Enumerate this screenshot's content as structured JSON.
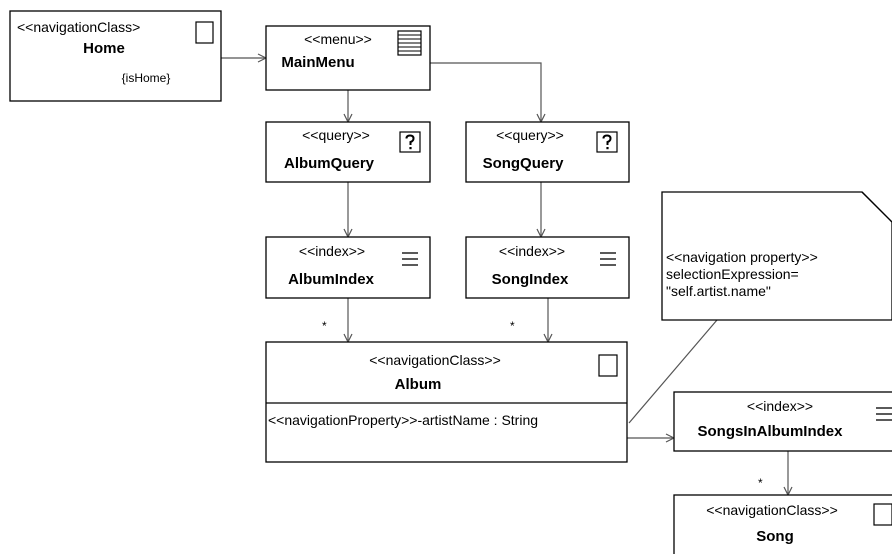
{
  "nodes": {
    "home": {
      "stereotype": "<<navigationClass>",
      "name": "Home",
      "constraint": "{isHome}"
    },
    "main_menu": {
      "stereotype": "<<menu>>",
      "name": "MainMenu"
    },
    "album_query": {
      "stereotype": "<<query>>",
      "name": "AlbumQuery"
    },
    "song_query": {
      "stereotype": "<<query>>",
      "name": "SongQuery"
    },
    "album_index": {
      "stereotype": "<<index>>",
      "name": "AlbumIndex"
    },
    "song_index": {
      "stereotype": "<<index>>",
      "name": "SongIndex"
    },
    "album": {
      "stereotype": "<<navigationClass>>",
      "name": "Album",
      "attribute": "<<navigationProperty>>-artistName : String"
    },
    "songs_in_album_index": {
      "stereotype": "<<index>>",
      "name": "SongsInAlbumIndex"
    },
    "song": {
      "stereotype": "<<navigationClass>>",
      "name": "Song"
    }
  },
  "note": {
    "lines": [
      "<<navigation property>>",
      "selectionExpression=",
      "\"self.artist.name\""
    ]
  },
  "multiplicities": {
    "album_index_to_album": "*",
    "song_index_to_album": "*",
    "songs_in_album_index_to_song": "*"
  },
  "icons": {
    "navigation_class": "square-icon",
    "menu": "menu-lines-icon",
    "query": "question-mark-icon",
    "index": "list-icon"
  }
}
